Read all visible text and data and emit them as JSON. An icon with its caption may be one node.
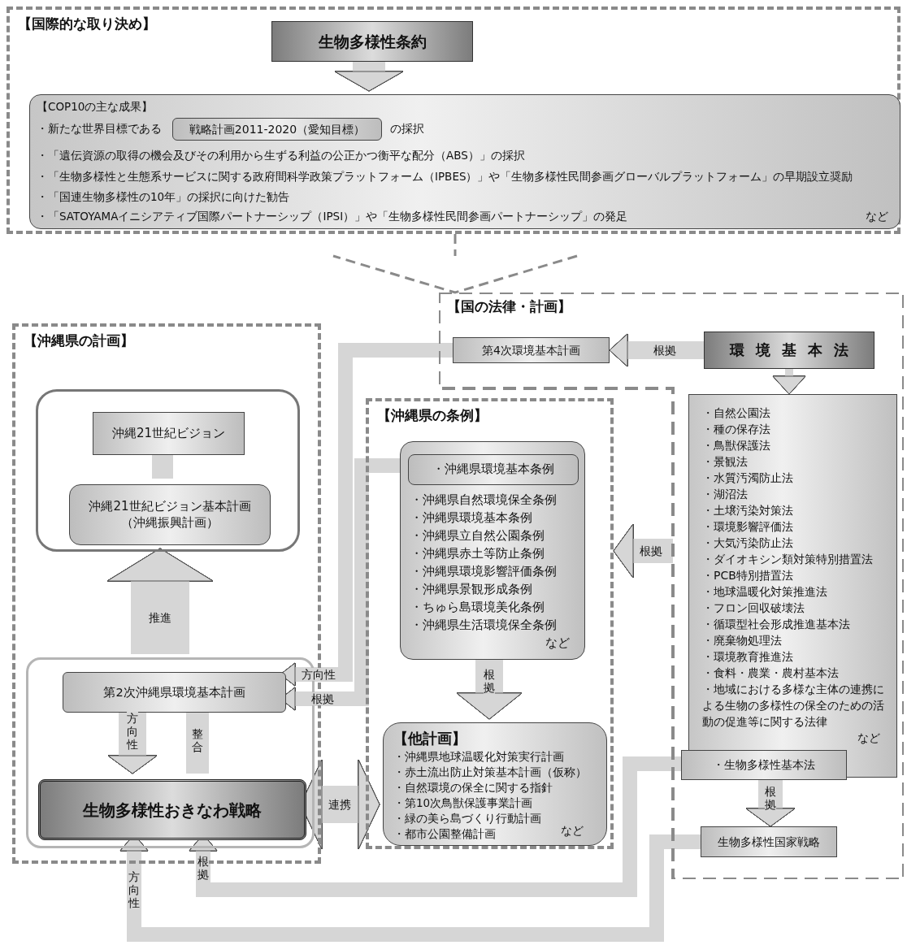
{
  "diagram": {
    "nodes": [
      {
        "text": [
          "【国際的な取り決め】"
        ]
      },
      {
        "text": [
          "生物多様性条約"
        ],
        "in": 0
      },
      {
        "text": [
          "【COP10の主な成果】",
          "・新たな世界目標である",
          "の採択",
          "・「遺伝資源の取得の機会及びその利用から生ずる利益の公正かつ衡平な配分（ABS）」の採択",
          "・「生物多様性と生態系サービスに関する政府間科学政策プラットフォーム（IPBES）」や「生物多様性民間参画グローバルプラットフォーム」の早期設立奨励",
          "・「国連生物多様性の10年」の採択に向けた勧告",
          "・「SATOYAMAイニシアティブ国際パートナーシップ（IPSI）」や「生物多様性民間参画パートナーシップ」の発足",
          "など"
        ],
        "in": 0
      },
      {
        "text": [
          "戦略計画2011-2020（愛知目標）"
        ],
        "in": 2
      },
      {
        "text": [
          "【国の法律・計画】"
        ]
      },
      {
        "text": [
          "第4次環境基本計画"
        ],
        "in": 4
      },
      {
        "text": [
          "環境基本法"
        ],
        "in": 4
      },
      {
        "text": [
          "・自然公園法",
          "・種の保存法",
          "・鳥獣保護法",
          "・景観法",
          "・水質汚濁防止法",
          "・湖沼法",
          "・土壌汚染対策法",
          "・環境影響評価法",
          "・大気汚染防止法",
          "・ダイオキシン類対策特別措置法",
          "・PCB特別措置法",
          "・地球温暖化対策推進法",
          "・フロン回収破壊法",
          "・循環型社会形成推進基本法",
          "・廃棄物処理法",
          "・環境教育推進法",
          "・食料・農業・農村基本法",
          "・地域における多様な主体の連携による生物の多様性の保全のための活動の促進等に関する法律",
          "など"
        ],
        "in": 4
      },
      {
        "text": [
          "・生物多様性基本法"
        ],
        "in": 4
      },
      {
        "text": [
          "生物多様性国家戦略"
        ],
        "in": 4
      },
      {
        "text": [
          "【沖縄県の計画】"
        ]
      },
      {
        "text": [],
        "shape": "box",
        "in": 10
      },
      {
        "text": [
          "沖縄21世紀ビジョン"
        ],
        "in": 11
      },
      {
        "text": [
          "沖縄21世紀ビジョン基本計画（沖縄振興計画）"
        ],
        "in": 11
      },
      {
        "text": [],
        "shape": "box",
        "in": 10
      },
      {
        "text": [
          "第2次沖縄県環境基本計画"
        ],
        "in": 14
      },
      {
        "text": [
          "生物多様性おきなわ戦略"
        ],
        "in": 14
      },
      {
        "text": [
          "【沖縄県の条例】"
        ]
      },
      {
        "text": [
          "・沖縄県自然環境保全条例",
          "・沖縄県環境基本条例",
          "・沖縄県立自然公園条例",
          "・沖縄県赤土等防止条例",
          "・沖縄県環境影響評価条例",
          "・沖縄県景観形成条例",
          "・ちゅら島環境美化条例",
          "・沖縄県生活環境保全条例",
          "など"
        ],
        "in": 17
      },
      {
        "text": [
          "・沖縄県環境基本条例"
        ],
        "in": 18
      },
      {
        "text": [
          "【他計画】",
          "・沖縄県地球温暖化対策実行計画",
          "・赤土流出防止対策基本計画（仮称）",
          "・自然環境の保全に関する指針",
          "・第10次鳥獣保護事業計画",
          "・緑の美ら島づくり行動計画",
          "・都市公園整備計画",
          "など"
        ],
        "in": 17
      }
    ],
    "edges": [
      {
        "from": 1,
        "to": 2,
        "arrow": "to"
      },
      {
        "from": 0,
        "to": 4,
        "arrow": "to",
        "style": "dashed"
      },
      {
        "from": 6,
        "to": 5,
        "arrow": "to",
        "label": "根拠"
      },
      {
        "from": 6,
        "to": 7,
        "arrow": "to"
      },
      {
        "from": 5,
        "to": 15,
        "arrow": "to",
        "label": "方向性"
      },
      {
        "from": 19,
        "to": 15,
        "arrow": "to",
        "label": "根拠"
      },
      {
        "from": 4,
        "to": 17,
        "arrow": "to",
        "label": "根拠"
      },
      {
        "from": 18,
        "to": 20,
        "arrow": "to",
        "label": "根拠"
      },
      {
        "from": 16,
        "to": 20,
        "arrow": "both",
        "label": "連携"
      },
      {
        "from": 14,
        "to": 11,
        "arrow": "to",
        "label": "推進",
        "style": "thick"
      },
      {
        "from": 15,
        "to": 16,
        "arrow": "to",
        "label": "方向性"
      },
      {
        "from": 15,
        "to": 16,
        "arrow": "none",
        "label": "整合"
      },
      {
        "from": 12,
        "to": 13,
        "arrow": "none"
      },
      {
        "from": 8,
        "to": 16,
        "arrow": "to",
        "label": "根拠"
      },
      {
        "from": 9,
        "to": 16,
        "arrow": "to",
        "label": "方向性"
      },
      {
        "from": 8,
        "to": 9,
        "arrow": "to",
        "label": "根拠"
      }
    ]
  }
}
